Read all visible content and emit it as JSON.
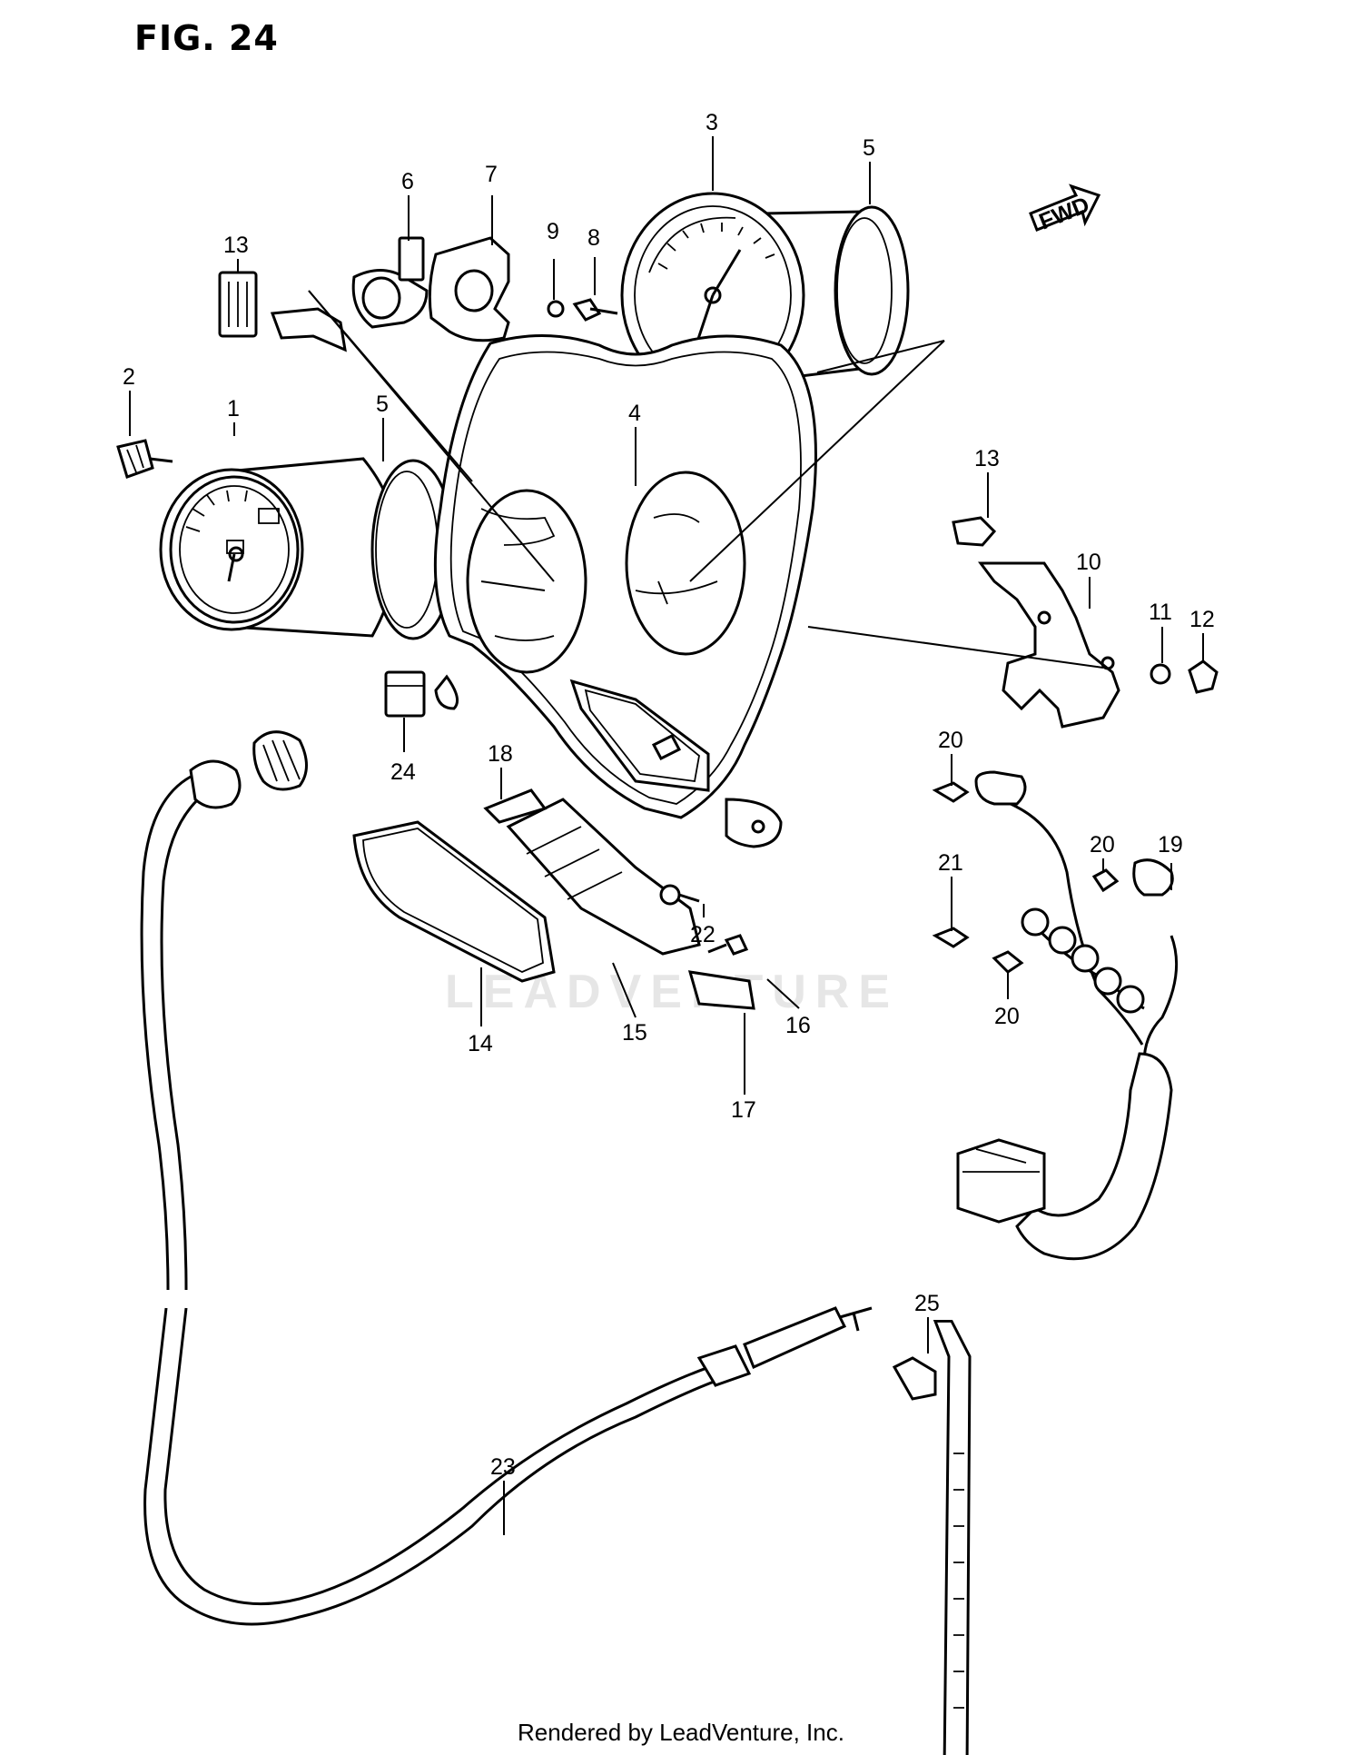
{
  "figure_title": "FIG. 24",
  "footer": "Rendered by LeadVenture, Inc.",
  "watermark": "LEADVENTURE",
  "fwd_label": "FWD",
  "callouts": [
    "1",
    "2",
    "3",
    "4",
    "5",
    "5",
    "6",
    "7",
    "8",
    "9",
    "10",
    "11",
    "12",
    "13",
    "13",
    "14",
    "15",
    "16",
    "17",
    "18",
    "19",
    "20",
    "20",
    "20",
    "21",
    "22",
    "23",
    "24",
    "25"
  ]
}
